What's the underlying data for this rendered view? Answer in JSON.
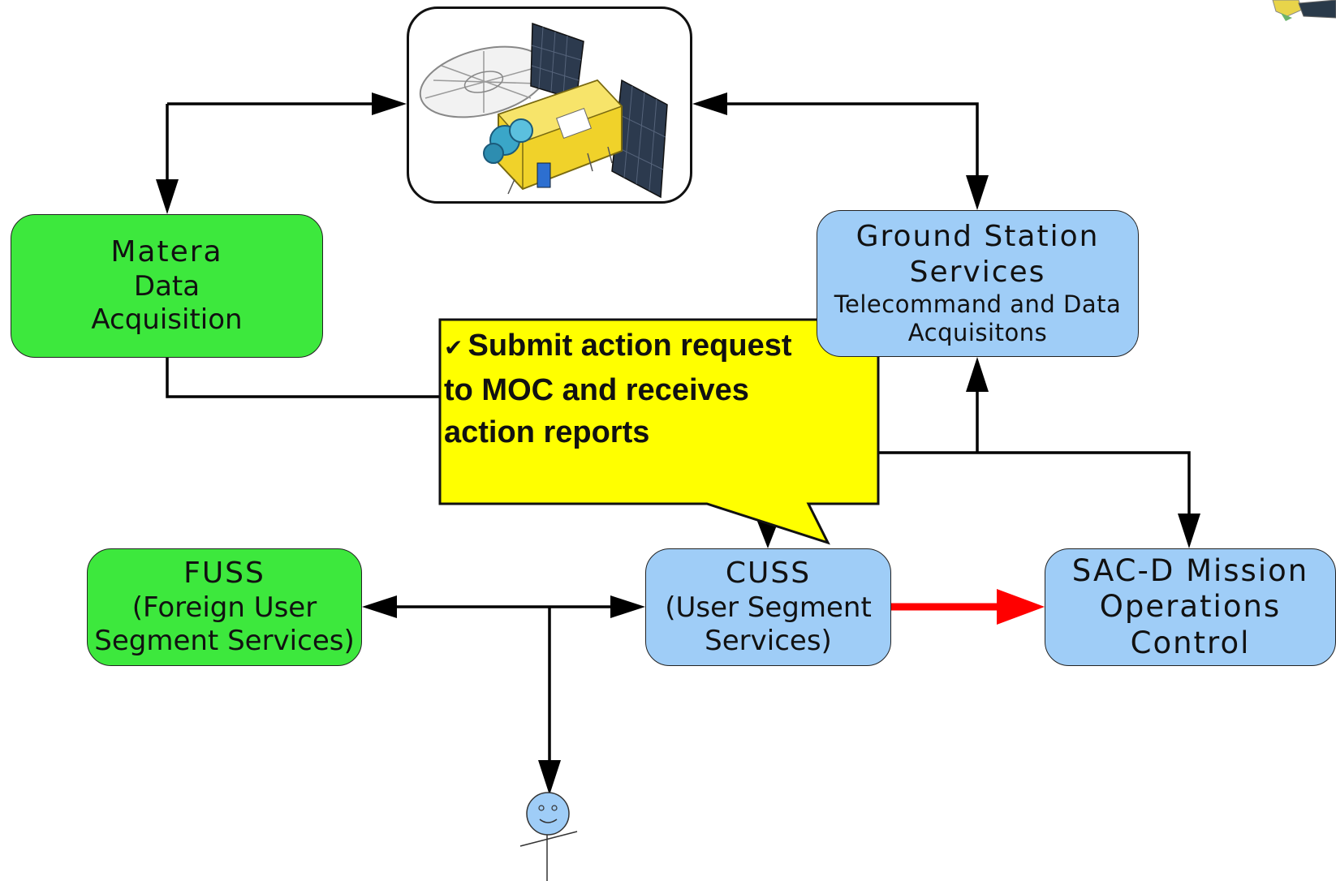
{
  "nodes": {
    "matera": {
      "title": "Matera",
      "line1": "Data",
      "line2": "Acquisition",
      "color": "#3de83d"
    },
    "ground_station": {
      "title_line1": "Ground Station",
      "title_line2": "Services",
      "line1": "Telecommand and Data",
      "line2": "Acquisitons",
      "color": "#9fcdf7"
    },
    "fuss": {
      "title": "FUSS",
      "line1": "(Foreign User",
      "line2": "Segment Services)",
      "color": "#3de83d"
    },
    "cuss": {
      "title": "CUSS",
      "line1": "(User Segment",
      "line2": "Services)",
      "color": "#9fcdf7"
    },
    "sacd": {
      "line1": "SAC-D Mission",
      "line2": "Operations",
      "line3": "Control",
      "color": "#9fcdf7"
    }
  },
  "callout": {
    "check_symbol": "✔",
    "line1": "Submit action request",
    "line2": "to MOC and receives",
    "line3": "action reports",
    "color": "#ffff00"
  },
  "icons": {
    "satellite": "satellite-icon",
    "user": "user-stick-figure-icon"
  },
  "colors": {
    "arrow": "#000000",
    "highlight_arrow": "#ff0000"
  }
}
